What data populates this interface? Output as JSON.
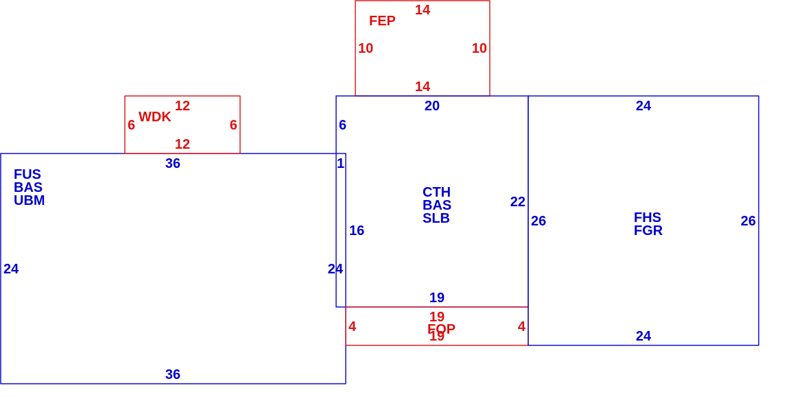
{
  "colors": {
    "living_area": "#0000cc",
    "addition": "#dd1111",
    "background": "#ffffff"
  },
  "areas": {
    "fus": {
      "codes": [
        "FUS",
        "BAS",
        "UBM"
      ],
      "dims": {
        "top": "36",
        "bottom": "36",
        "left": "24",
        "right": "24",
        "right_jog": "1"
      }
    },
    "wdk": {
      "code": "WDK",
      "dims": {
        "top": "12",
        "bottom": "12",
        "left": "6",
        "right": "6"
      }
    },
    "fep": {
      "code": "FEP",
      "dims": {
        "top": "14",
        "bottom": "14",
        "left": "10",
        "right": "10"
      }
    },
    "cth": {
      "codes": [
        "CTH",
        "BAS",
        "SLB"
      ],
      "dims": {
        "top": "20",
        "bottom": "19",
        "left_upper": "6",
        "left_lower": "16",
        "right": "22"
      }
    },
    "fop": {
      "code": "FOP",
      "dims": {
        "top": "19",
        "bottom": "19",
        "left": "4",
        "right": "4"
      }
    },
    "fhs": {
      "codes": [
        "FHS",
        "FGR"
      ],
      "dims": {
        "top": "24",
        "bottom": "24",
        "left": "26",
        "right": "26"
      }
    }
  }
}
